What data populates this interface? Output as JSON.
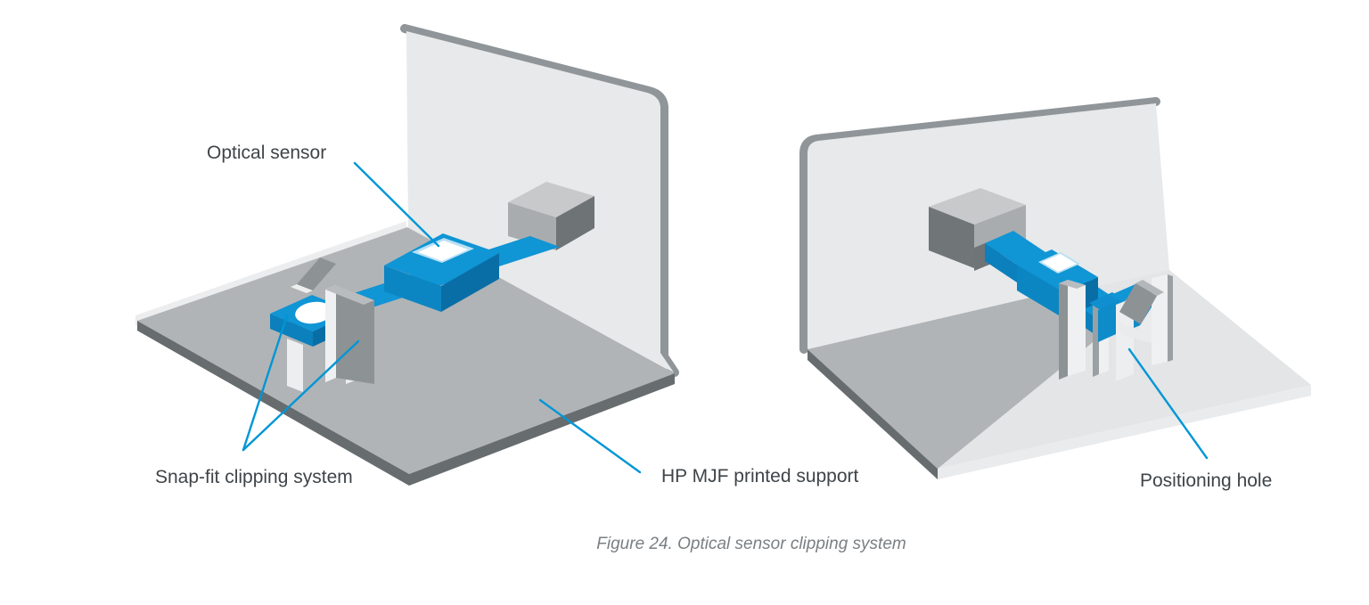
{
  "figure": {
    "caption": "Figure 24. Optical sensor clipping system",
    "labels": {
      "optical_sensor": "Optical sensor",
      "snap_fit": "Snap-fit clipping system",
      "hp_mjf_support": "HP MJF printed support",
      "positioning_hole": "Positioning hole"
    },
    "views": {
      "left": "front-left view of sensor clipped to HP MJF printed L-shaped support",
      "right": "rear-right view of sensor clipped to HP MJF printed L-shaped support"
    },
    "colors": {
      "leader_line_blue": "#0096d6",
      "sensor_blue_top": "#1095d5",
      "sensor_blue_mid": "#0b80bc",
      "sensor_blue_dark": "#0a6ea6",
      "window_bevel_blue": "#b9e1f4",
      "wall_face_gray": "#e7e9ea",
      "wall_edge_gray": "#8f9598",
      "floor_gray": "#b1b4b6",
      "floor_light_gray": "#e3e5e6",
      "floor_dark_edge": "#676c6f",
      "clip_gray": "#8d9295",
      "clip_light": "#eff0f1",
      "label_text": "#3f4448",
      "caption_text": "#7a7f83"
    }
  }
}
